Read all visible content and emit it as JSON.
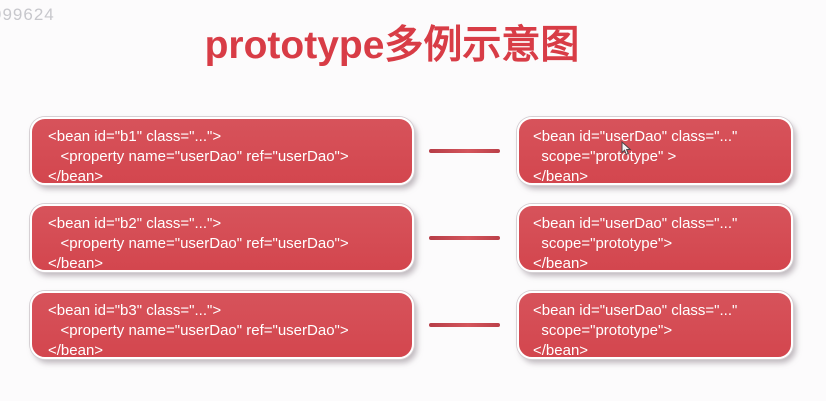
{
  "watermark": "999624",
  "title": "prototype多例示意图",
  "colors": {
    "title_red": "#d83c46",
    "box_fill": "#d4494f",
    "box_border": "#ffffff",
    "box_text": "#ffffff",
    "connector_red": "#c2424c",
    "watermark_gray": "#c7c7cc",
    "background": "#fcfbfc"
  },
  "diagram": {
    "rows": [
      {
        "left_box": {
          "lines": [
            "<bean id=\"b1\" class=\"...\">",
            "   <property name=\"userDao\" ref=\"userDao\">",
            "</bean>"
          ]
        },
        "right_box": {
          "lines": [
            "<bean id=\"userDao\" class=\"...\"",
            "  scope=\"prototype\" >",
            "</bean>"
          ]
        }
      },
      {
        "left_box": {
          "lines": [
            "<bean id=\"b2\" class=\"...\">",
            "   <property name=\"userDao\" ref=\"userDao\">",
            "</bean>"
          ]
        },
        "right_box": {
          "lines": [
            "<bean id=\"userDao\" class=\"...\"",
            "  scope=\"prototype\">",
            "</bean>"
          ]
        }
      },
      {
        "left_box": {
          "lines": [
            "<bean id=\"b3\" class=\"...\">",
            "   <property name=\"userDao\" ref=\"userDao\">",
            "</bean>"
          ]
        },
        "right_box": {
          "lines": [
            "<bean id=\"userDao\" class=\"...\"",
            "  scope=\"prototype\">",
            "</bean>"
          ]
        }
      }
    ]
  }
}
